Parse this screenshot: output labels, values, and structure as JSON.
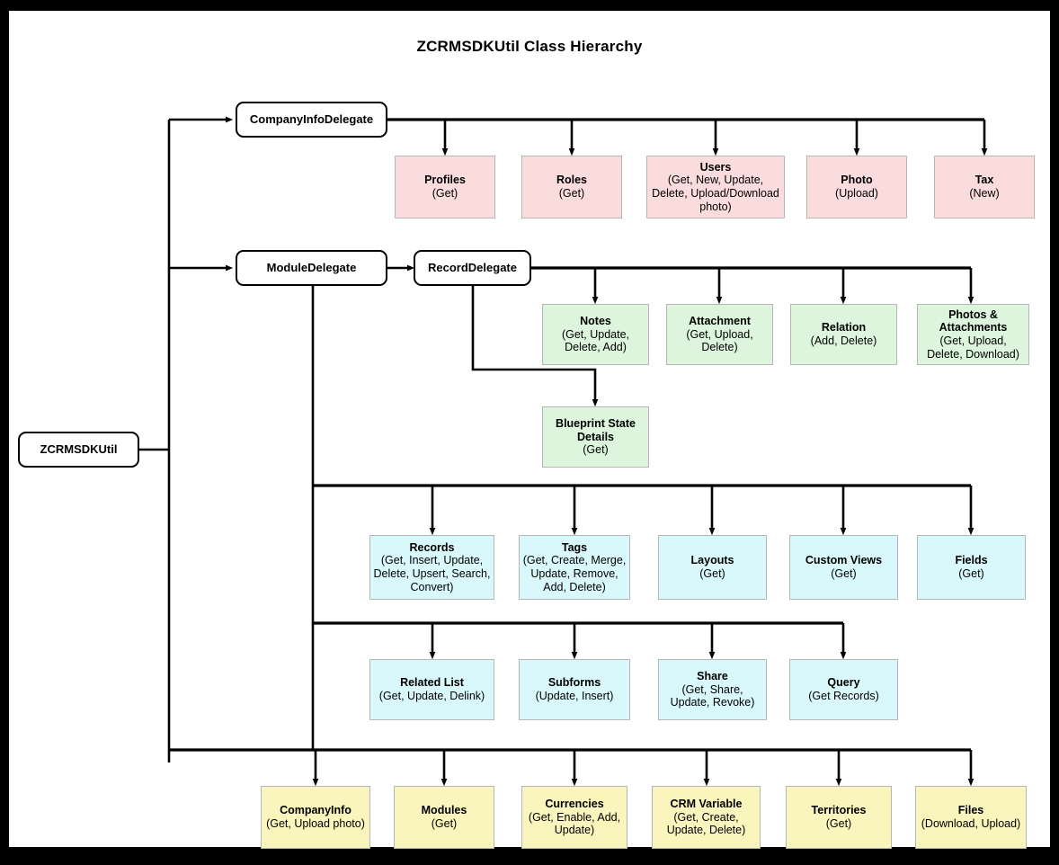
{
  "diagram": {
    "title": "ZCRMSDKUtil Class Hierarchy",
    "root": {
      "label": "ZCRMSDKUtil"
    },
    "delegates": [
      {
        "label": "CompanyInfoDelegate"
      },
      {
        "label": "ModuleDelegate"
      },
      {
        "label": "RecordDelegate"
      }
    ],
    "groups": [
      {
        "id": "company-info-children",
        "color": "#fadcdc",
        "parent": "CompanyInfoDelegate",
        "nodes": [
          {
            "name": "Profiles",
            "ops": "(Get)"
          },
          {
            "name": "Roles",
            "ops": "(Get)"
          },
          {
            "name": "Users",
            "ops": "(Get, New, Update, Delete, Upload/Download photo)"
          },
          {
            "name": "Photo",
            "ops": "(Upload)"
          },
          {
            "name": "Tax",
            "ops": "(New)"
          }
        ]
      },
      {
        "id": "record-delegate-children",
        "color": "#dcf5dc",
        "parent": "RecordDelegate",
        "nodes": [
          {
            "name": "Notes",
            "ops": "(Get, Update, Delete, Add)"
          },
          {
            "name": "Attachment",
            "ops": "(Get, Upload, Delete)"
          },
          {
            "name": "Relation",
            "ops": "(Add, Delete)"
          },
          {
            "name": "Photos & Attachments",
            "ops": "(Get, Upload, Delete, Download)"
          },
          {
            "name": "Blueprint State Details",
            "ops": "(Get)"
          }
        ]
      },
      {
        "id": "module-delegate-children-row1",
        "color": "#d9f8fb",
        "parent": "ModuleDelegate",
        "nodes": [
          {
            "name": "Records",
            "ops": "(Get, Insert, Update, Delete, Upsert, Search, Convert)"
          },
          {
            "name": "Tags",
            "ops": "(Get, Create, Merge, Update, Remove, Add, Delete)"
          },
          {
            "name": "Layouts",
            "ops": "(Get)"
          },
          {
            "name": "Custom Views",
            "ops": "(Get)"
          },
          {
            "name": "Fields",
            "ops": "(Get)"
          }
        ]
      },
      {
        "id": "module-delegate-children-row2",
        "color": "#d9f8fb",
        "parent": "ModuleDelegate",
        "nodes": [
          {
            "name": "Related List",
            "ops": "(Get, Update, Delink)"
          },
          {
            "name": "Subforms",
            "ops": "(Update, Insert)"
          },
          {
            "name": "Share",
            "ops": "(Get, Share, Update, Revoke)"
          },
          {
            "name": "Query",
            "ops": "(Get Records)"
          }
        ]
      },
      {
        "id": "root-children",
        "color": "#faf5bd",
        "parent": "ZCRMSDKUtil",
        "nodes": [
          {
            "name": "CompanyInfo",
            "ops": "(Get, Upload photo)"
          },
          {
            "name": "Modules",
            "ops": "(Get)"
          },
          {
            "name": "Currencies",
            "ops": "(Get, Enable, Add, Update)"
          },
          {
            "name": "CRM Variable",
            "ops": "(Get, Create, Update, Delete)"
          },
          {
            "name": "Territories",
            "ops": "(Get)"
          },
          {
            "name": "Files",
            "ops": "(Download, Upload)"
          }
        ]
      }
    ],
    "colors": {
      "pink": "#fadcdc",
      "green": "#dcf5dc",
      "blue": "#d9f8fb",
      "yellow": "#faf5bd",
      "line": "#000000",
      "box_border": "#b6b6b6",
      "frame": "#000000",
      "canvas": "#ffffff"
    }
  }
}
